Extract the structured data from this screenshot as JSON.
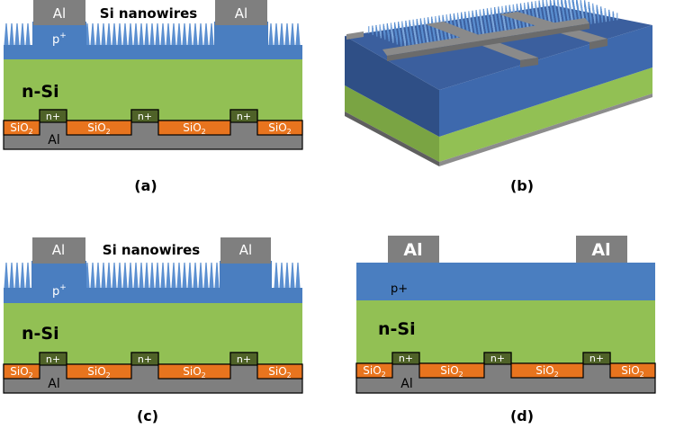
{
  "colors": {
    "p_layer": "#4a7ec0",
    "nanowire": "#5b8fd0",
    "n_si": "#92c054",
    "al_gray": "#7f7f7f",
    "sio2_orange": "#e8741e",
    "n_plus_green": "#4f6228",
    "background": "#ffffff"
  },
  "panel_a": {
    "label": "(a)",
    "title": "Si nanowires",
    "al_top_left": "Al",
    "al_top_right": "Al",
    "p_layer": "p",
    "p_layer_sup": "+",
    "n_si": "n-Si",
    "n_plus": [
      "n+",
      "n+",
      "n+"
    ],
    "sio2": [
      "SiO",
      "SiO",
      "SiO",
      "SiO"
    ],
    "sio2_sub": "2",
    "al_bottom": "Al"
  },
  "panel_b": {
    "label": "(b)"
  },
  "panel_c": {
    "label": "(c)",
    "title": "Si nanowires",
    "al_top_left": "Al",
    "al_top_right": "Al",
    "p_layer": "p",
    "p_layer_sup": "+",
    "n_si": "n-Si",
    "n_plus": [
      "n+",
      "n+",
      "n+"
    ],
    "sio2": [
      "SiO",
      "SiO",
      "SiO",
      "SiO"
    ],
    "sio2_sub": "2",
    "al_bottom": "Al"
  },
  "panel_d": {
    "label": "(d)",
    "al_top_left": "Al",
    "al_top_right": "Al",
    "p_layer": "p+",
    "n_si": "n-Si",
    "n_plus": [
      "n+",
      "n+",
      "n+"
    ],
    "sio2": [
      "SiO",
      "SiO",
      "SiO",
      "SiO"
    ],
    "sio2_sub": "2",
    "al_bottom": "Al"
  }
}
